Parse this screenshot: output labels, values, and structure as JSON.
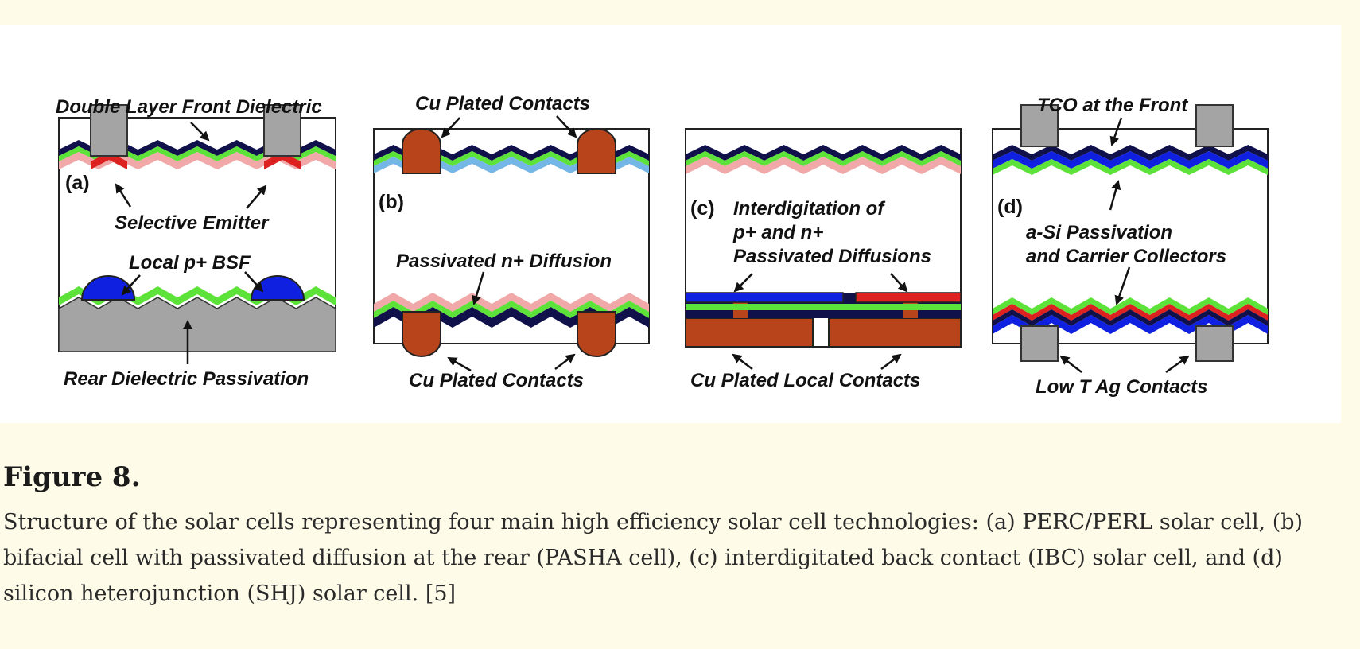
{
  "figure": {
    "title": "Figure 8.",
    "caption": "Structure of the solar cells representing four main high efficiency solar cell technologies: (a) PERC/PERL solar cell, (b) bifacial cell with passivated diffusion at the rear (PASHA cell), (c) interdigitated back contact (IBC) solar cell, and (d) silicon heterojunction (SHJ) solar cell. [5]"
  },
  "panels": {
    "a": {
      "id": "(a)",
      "front_dielectric": "Double Layer Front Dielectric",
      "selective_emitter": "Selective Emitter",
      "local_bsf": "Local p+ BSF",
      "rear_passivation": "Rear Dielectric Passivation"
    },
    "b": {
      "id": "(b)",
      "top_contacts": "Cu Plated Contacts",
      "passivated_diffusion": "Passivated n+ Diffusion",
      "bottom_contacts": "Cu Plated Contacts"
    },
    "c": {
      "id": "(c)",
      "interdigitation_line1": "Interdigitation of",
      "interdigitation_line2": "p+ and n+",
      "interdigitation_line3": "Passivated Diffusions",
      "local_contacts": "Cu Plated Local Contacts"
    },
    "d": {
      "id": "(d)",
      "tco_front": "TCO at the Front",
      "asi_line1": "a-Si Passivation",
      "asi_line2": "and Carrier Collectors",
      "ag_contacts": "Low T Ag Contacts"
    }
  },
  "colors": {
    "navy": "#10104a",
    "green": "#5de23a",
    "pink": "#f0a8a8",
    "lightblue": "#74b6e6",
    "red": "#dd2020",
    "blue": "#1020e0",
    "copper": "#b8441c",
    "gray": "#a4a4a4"
  }
}
